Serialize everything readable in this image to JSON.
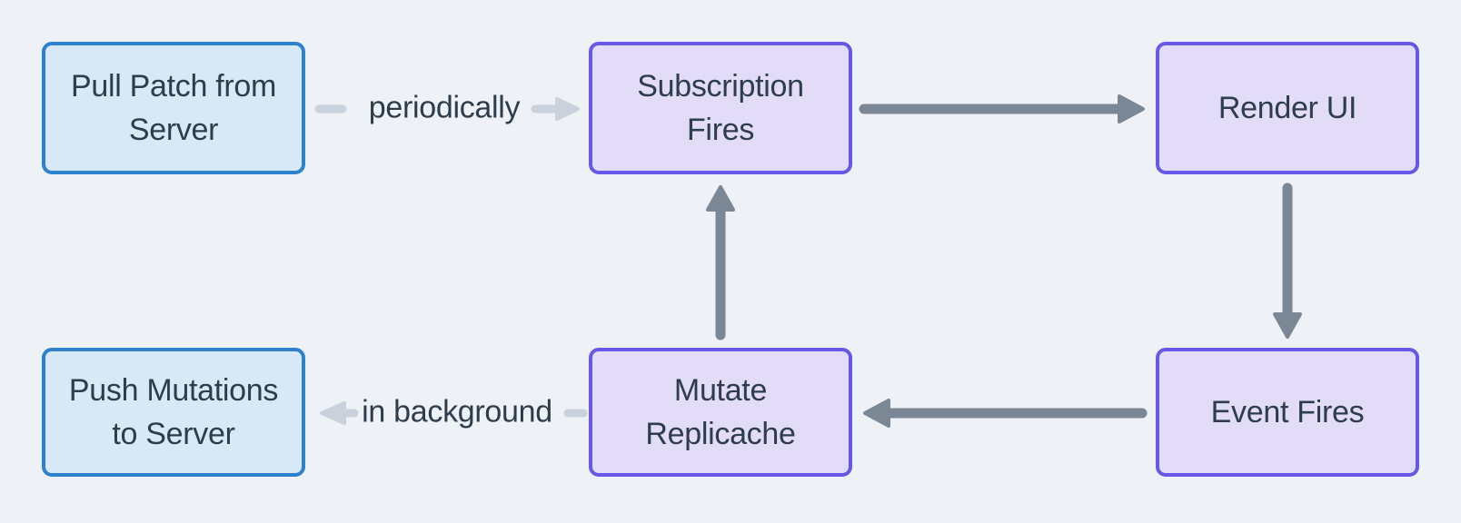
{
  "colors": {
    "background": "#eef1f5",
    "node_blue_fill": "#d7e8f7",
    "node_blue_border": "#2e81cf",
    "node_purple_fill": "#e2dcf9",
    "node_purple_border": "#6858e8",
    "text": "#2e3d4c",
    "arrow_dark": "#7b8795",
    "arrow_light": "#c9d2dc"
  },
  "diagram": {
    "type": "flowchart",
    "nodes": [
      {
        "id": "pull-patch",
        "label": "Pull Patch from\nServer",
        "color": "blue"
      },
      {
        "id": "subscription-fires",
        "label": "Subscription\nFires",
        "color": "purple"
      },
      {
        "id": "render-ui",
        "label": "Render UI",
        "color": "purple"
      },
      {
        "id": "push-mutations",
        "label": "Push Mutations\nto Server",
        "color": "blue"
      },
      {
        "id": "mutate-replicache",
        "label": "Mutate\nReplicache",
        "color": "purple"
      },
      {
        "id": "event-fires",
        "label": "Event Fires",
        "color": "purple"
      }
    ],
    "edges": [
      {
        "from": "pull-patch",
        "to": "subscription-fires",
        "label": "periodically",
        "style": "light"
      },
      {
        "from": "subscription-fires",
        "to": "render-ui",
        "label": "",
        "style": "dark"
      },
      {
        "from": "render-ui",
        "to": "event-fires",
        "label": "",
        "style": "dark"
      },
      {
        "from": "event-fires",
        "to": "mutate-replicache",
        "label": "",
        "style": "dark"
      },
      {
        "from": "mutate-replicache",
        "to": "subscription-fires",
        "label": "",
        "style": "dark"
      },
      {
        "from": "mutate-replicache",
        "to": "push-mutations",
        "label": "in background",
        "style": "light"
      }
    ]
  }
}
